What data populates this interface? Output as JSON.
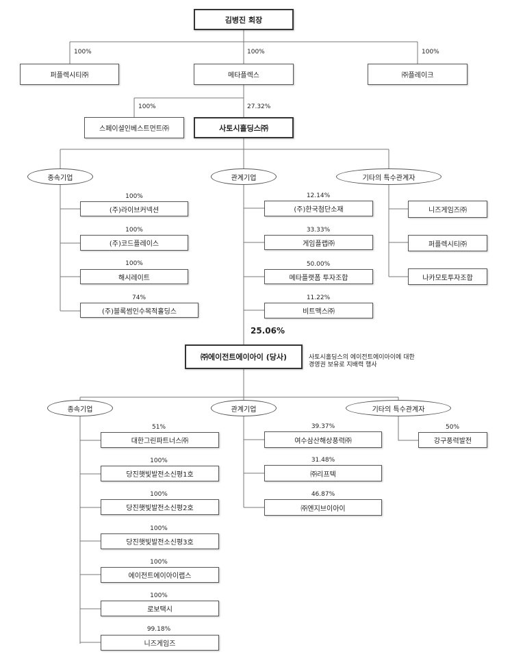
{
  "top": {
    "chairman": "김병진 회장",
    "children": [
      {
        "name": "퍼플렉시티㈜",
        "pct": "100%"
      },
      {
        "name": "메타플렉스",
        "pct": "100%"
      },
      {
        "name": "㈜플레이크",
        "pct": "100%"
      }
    ]
  },
  "metaflex": {
    "children": [
      {
        "name": "스페이셜인베스트먼트㈜",
        "pct": "100%"
      },
      {
        "name": "사토시홀딩스㈜",
        "pct": "27.32%"
      }
    ]
  },
  "satoshi": {
    "groups": {
      "subsidiary": "종속기업",
      "affiliate": "관계기업",
      "other": "기타의 특수관계자"
    },
    "subsidiaries": [
      {
        "name": "(주)라이브커넥션",
        "pct": "100%"
      },
      {
        "name": "(주)코드플레이스",
        "pct": "100%"
      },
      {
        "name": "해시레이트",
        "pct": "100%"
      },
      {
        "name": "(주)블록썸인수목적홀딩스",
        "pct": "74%"
      }
    ],
    "affiliates": [
      {
        "name": "(주)한국첨단소재",
        "pct": "12.14%"
      },
      {
        "name": "게임플랩㈜",
        "pct": "33.33%"
      },
      {
        "name": "메타플랫폼 투자조합",
        "pct": "50.00%"
      },
      {
        "name": "비트맥스㈜",
        "pct": "11.22%"
      }
    ],
    "others": [
      "니즈게임즈㈜",
      "퍼플렉시티㈜",
      "나카모토투자조합"
    ]
  },
  "company": {
    "pct": "25.06%",
    "name": "㈜에이전트에이아이 (당사)",
    "note_line1": "사토시홀딩스의 에이전트에이아이에 대한",
    "note_line2": "경영권 보유로 지배력 행사"
  },
  "agentai": {
    "groups": {
      "subsidiary": "종속기업",
      "affiliate": "관계기업",
      "other": "기타의 특수관계자"
    },
    "subsidiaries": [
      {
        "name": "대한그린파트너스㈜",
        "pct": "51%"
      },
      {
        "name": "당진햇빛발전소신평1호",
        "pct": "100%"
      },
      {
        "name": "당진햇빛발전소신평2호",
        "pct": "100%"
      },
      {
        "name": "당진햇빛발전소신평3호",
        "pct": "100%"
      },
      {
        "name": "에이전트에이아이랩스",
        "pct": "100%"
      },
      {
        "name": "로보택시",
        "pct": "100%"
      },
      {
        "name": "니즈게임즈",
        "pct": "99.18%"
      }
    ],
    "affiliates": [
      {
        "name": "여수삼산해상풍력㈜",
        "pct": "39.37%"
      },
      {
        "name": "㈜리프텍",
        "pct": "31.48%"
      },
      {
        "name": "㈜엔지브이아이",
        "pct": "46.87%"
      }
    ],
    "others": [
      {
        "name": "강구풍력발전",
        "pct": "50%"
      }
    ]
  }
}
